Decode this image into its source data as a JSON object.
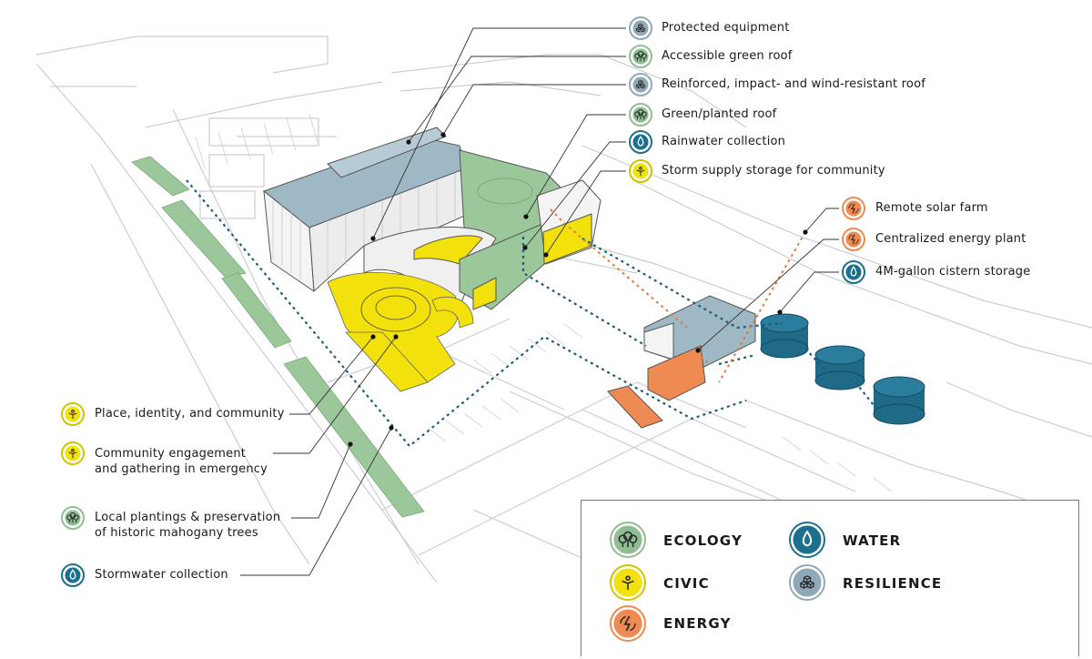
{
  "callouts_top": [
    {
      "text": "Protected equipment",
      "category": "resilience"
    },
    {
      "text": "Accessible green roof",
      "category": "ecology"
    },
    {
      "text": "Reinforced, impact- and wind-resistant roof",
      "category": "resilience"
    },
    {
      "text": "Green/planted roof",
      "category": "ecology"
    },
    {
      "text": "Rainwater collection",
      "category": "water"
    },
    {
      "text": "Storm supply storage for community",
      "category": "civic"
    }
  ],
  "callouts_right": [
    {
      "text": "Remote solar farm",
      "category": "energy"
    },
    {
      "text": "Centralized energy plant",
      "category": "energy"
    },
    {
      "text": "4M-gallon cistern storage",
      "category": "water"
    }
  ],
  "callouts_left": [
    {
      "text": "Place, identity, and community",
      "category": "civic"
    },
    {
      "line1": "Community engagement",
      "line2": "and gathering in emergency",
      "category": "civic"
    },
    {
      "line1": "Local plantings & preservation",
      "line2": "of historic mahogany trees",
      "category": "ecology"
    },
    {
      "text": "Stormwater collection",
      "category": "water"
    }
  ],
  "legend": [
    {
      "label": "ECOLOGY",
      "category": "ecology"
    },
    {
      "label": "WATER",
      "category": "water"
    },
    {
      "label": "CIVIC",
      "category": "civic"
    },
    {
      "label": "RESILIENCE",
      "category": "resilience"
    },
    {
      "label": "ENERGY",
      "category": "energy"
    }
  ],
  "colors": {
    "ecology": "#8fbe93",
    "water": "#1d6f8f",
    "civic": "#f2e000",
    "resilience": "#8fa9b8",
    "energy": "#ee8a52",
    "roof_green": "#9cc79a",
    "roof_blue": "#98b4c2",
    "plaza_yellow": "#f3e10c",
    "cistern": "#1f6a86",
    "dotted_water": "#1b5e7a",
    "dotted_energy": "#e07b3c"
  }
}
